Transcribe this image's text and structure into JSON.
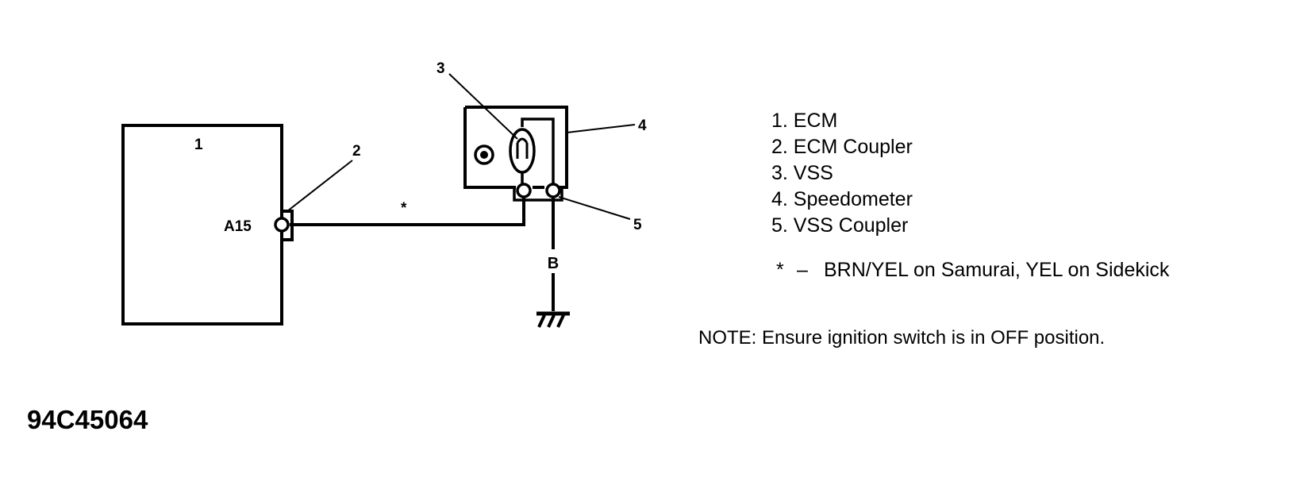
{
  "diagram": {
    "callouts": {
      "ecm": "1",
      "ecm_coupler": "2",
      "vss": "3",
      "speedometer": "4",
      "vss_coupler": "5"
    },
    "terminal_label": "A15",
    "wire_marker": "*",
    "ground_wire_label": "B"
  },
  "legend": {
    "items": [
      "1. ECM",
      "2. ECM Coupler",
      "3. VSS",
      "4. Speedometer",
      "5. VSS Coupler"
    ],
    "footnote": {
      "marker": "*",
      "separator": "–",
      "text": "BRN/YEL on Samurai, YEL on Sidekick"
    }
  },
  "note": "NOTE: Ensure ignition switch is in OFF position.",
  "figure_id": "94C45064"
}
